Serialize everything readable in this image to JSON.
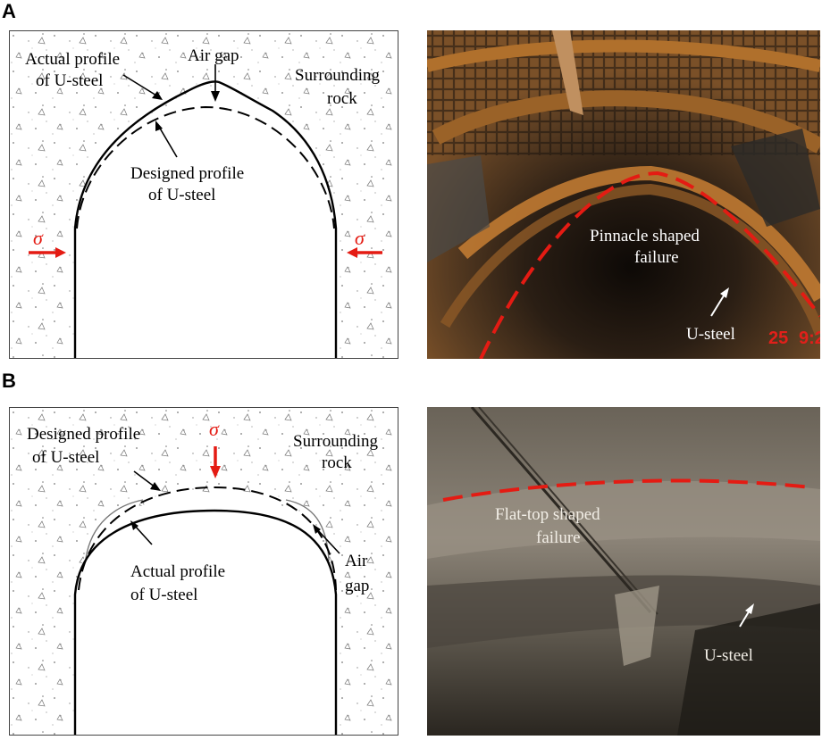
{
  "panel_a": {
    "letter": "A",
    "labels": {
      "actual_profile_l1": "Actual profile",
      "actual_profile_l2": "of U-steel",
      "air_gap": "Air gap",
      "surrounding_l1": "Surrounding",
      "surrounding_l2": "rock",
      "designed_l1": "Designed profile",
      "designed_l2": "of U-steel",
      "sigma_left": "σ",
      "sigma_right": "σ"
    },
    "photo": {
      "failure_l1": "Pinnacle shaped",
      "failure_l2": "failure",
      "usteel": "U-steel",
      "stamp_1": "25",
      "stamp_2": "9:2"
    }
  },
  "panel_b": {
    "letter": "B",
    "labels": {
      "designed_l1": "Designed profile",
      "designed_l2": "of U-steel",
      "sigma_top": "σ",
      "surrounding_l1": "Surrounding",
      "surrounding_l2": "rock",
      "actual_l1": "Actual profile",
      "actual_l2": "of U-steel",
      "air_l1": "Air",
      "air_l2": "gap"
    },
    "photo": {
      "failure_l1": "Flat-top shaped",
      "failure_l2": "failure",
      "usteel": "U-steel"
    }
  },
  "colors": {
    "sigma": "#e41b13",
    "failure_line": "#e41b13"
  }
}
